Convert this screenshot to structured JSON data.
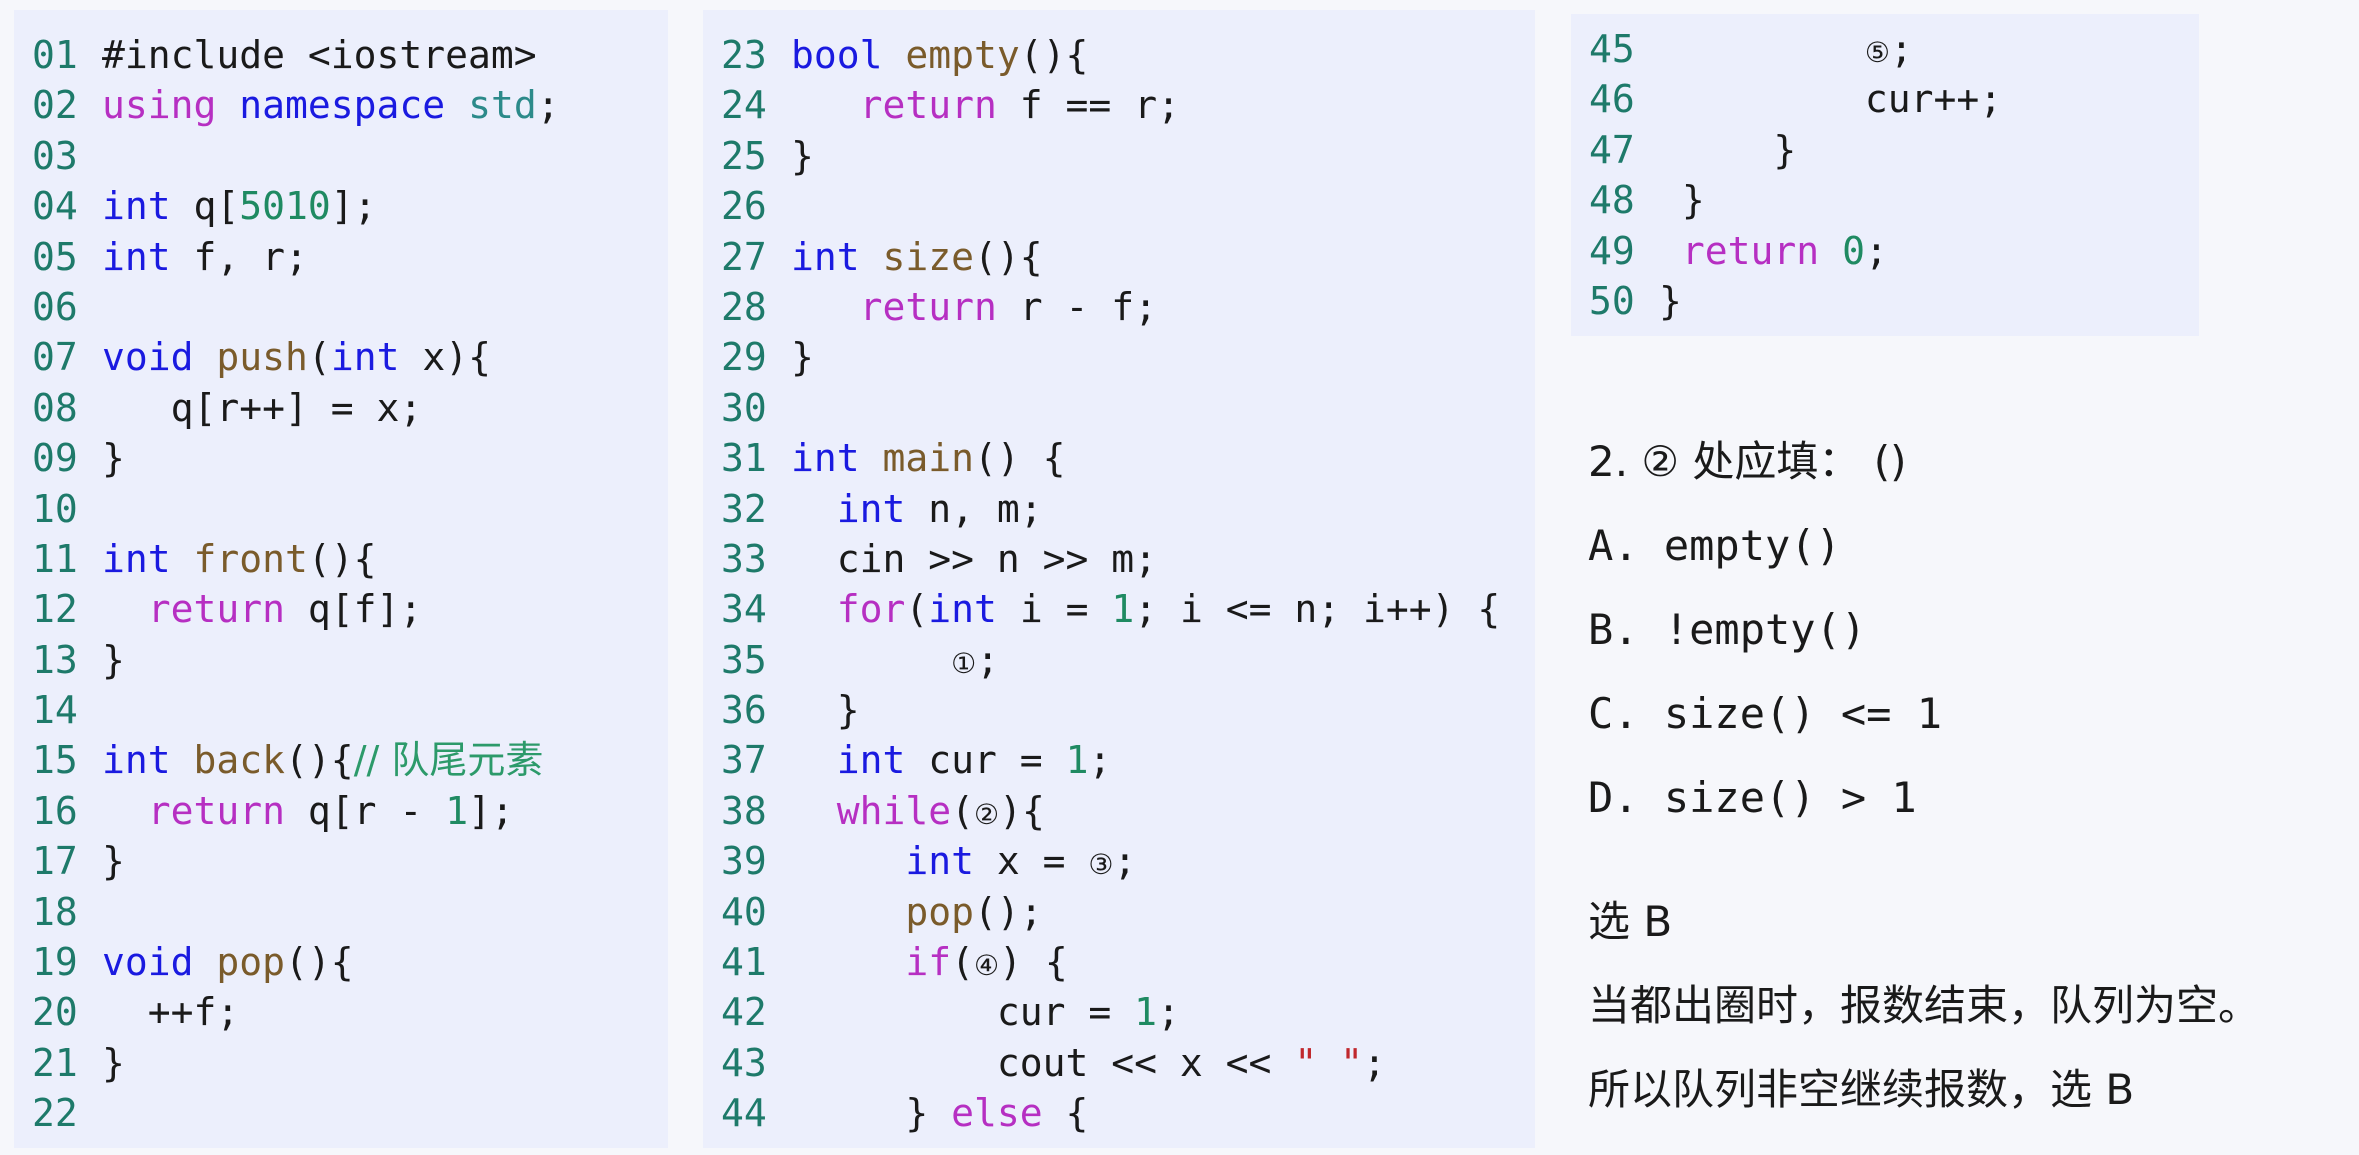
{
  "code_lines": [
    {
      "n": "01",
      "tokens": [
        {
          "t": "#include <iostream>",
          "c": ""
        }
      ]
    },
    {
      "n": "02",
      "tokens": [
        {
          "t": "using",
          "c": "kp"
        },
        {
          "t": " ",
          "c": ""
        },
        {
          "t": "namespace",
          "c": "kw"
        },
        {
          "t": " ",
          "c": ""
        },
        {
          "t": "std",
          "c": "ns"
        },
        {
          "t": ";",
          "c": ""
        }
      ]
    },
    {
      "n": "03",
      "tokens": []
    },
    {
      "n": "04",
      "tokens": [
        {
          "t": "int",
          "c": "kw"
        },
        {
          "t": " q[",
          "c": ""
        },
        {
          "t": "5010",
          "c": "num"
        },
        {
          "t": "];",
          "c": ""
        }
      ]
    },
    {
      "n": "05",
      "tokens": [
        {
          "t": "int",
          "c": "kw"
        },
        {
          "t": " f, r;",
          "c": ""
        }
      ]
    },
    {
      "n": "06",
      "tokens": []
    },
    {
      "n": "07",
      "tokens": [
        {
          "t": "void",
          "c": "kw"
        },
        {
          "t": " ",
          "c": ""
        },
        {
          "t": "push",
          "c": "fn"
        },
        {
          "t": "(",
          "c": ""
        },
        {
          "t": "int",
          "c": "kw"
        },
        {
          "t": " x){",
          "c": ""
        }
      ]
    },
    {
      "n": "08",
      "tokens": [
        {
          "t": "   q[r++] = x;",
          "c": ""
        }
      ]
    },
    {
      "n": "09",
      "tokens": [
        {
          "t": "}",
          "c": ""
        }
      ]
    },
    {
      "n": "10",
      "tokens": []
    },
    {
      "n": "11",
      "tokens": [
        {
          "t": "int",
          "c": "kw"
        },
        {
          "t": " ",
          "c": ""
        },
        {
          "t": "front",
          "c": "fn"
        },
        {
          "t": "(){",
          "c": ""
        }
      ]
    },
    {
      "n": "12",
      "tokens": [
        {
          "t": "  ",
          "c": ""
        },
        {
          "t": "return",
          "c": "kp"
        },
        {
          "t": " q[f];",
          "c": ""
        }
      ]
    },
    {
      "n": "13",
      "tokens": [
        {
          "t": "}",
          "c": ""
        }
      ]
    },
    {
      "n": "14",
      "tokens": []
    },
    {
      "n": "15",
      "tokens": [
        {
          "t": "int",
          "c": "kw"
        },
        {
          "t": " ",
          "c": ""
        },
        {
          "t": "back",
          "c": "fn"
        },
        {
          "t": "(){",
          "c": ""
        },
        {
          "t": "// 队尾元素",
          "c": "cmt"
        }
      ]
    },
    {
      "n": "16",
      "tokens": [
        {
          "t": "  ",
          "c": ""
        },
        {
          "t": "return",
          "c": "kp"
        },
        {
          "t": " q[r - ",
          "c": ""
        },
        {
          "t": "1",
          "c": "num"
        },
        {
          "t": "];",
          "c": ""
        }
      ]
    },
    {
      "n": "17",
      "tokens": [
        {
          "t": "}",
          "c": ""
        }
      ]
    },
    {
      "n": "18",
      "tokens": []
    },
    {
      "n": "19",
      "tokens": [
        {
          "t": "void",
          "c": "kw"
        },
        {
          "t": " ",
          "c": ""
        },
        {
          "t": "pop",
          "c": "fn"
        },
        {
          "t": "(){",
          "c": ""
        }
      ]
    },
    {
      "n": "20",
      "tokens": [
        {
          "t": "  ++f;",
          "c": ""
        }
      ]
    },
    {
      "n": "21",
      "tokens": [
        {
          "t": "}",
          "c": ""
        }
      ]
    },
    {
      "n": "22",
      "tokens": []
    },
    {
      "n": "23",
      "tokens": [
        {
          "t": "bool",
          "c": "kw"
        },
        {
          "t": " ",
          "c": ""
        },
        {
          "t": "empty",
          "c": "fn"
        },
        {
          "t": "(){",
          "c": ""
        }
      ]
    },
    {
      "n": "24",
      "tokens": [
        {
          "t": "   ",
          "c": ""
        },
        {
          "t": "return",
          "c": "kp"
        },
        {
          "t": " f == r;",
          "c": ""
        }
      ]
    },
    {
      "n": "25",
      "tokens": [
        {
          "t": "}",
          "c": ""
        }
      ]
    },
    {
      "n": "26",
      "tokens": []
    },
    {
      "n": "27",
      "tokens": [
        {
          "t": "int",
          "c": "kw"
        },
        {
          "t": " ",
          "c": ""
        },
        {
          "t": "size",
          "c": "fn"
        },
        {
          "t": "(){",
          "c": ""
        }
      ]
    },
    {
      "n": "28",
      "tokens": [
        {
          "t": "   ",
          "c": ""
        },
        {
          "t": "return",
          "c": "kp"
        },
        {
          "t": " r - f;",
          "c": ""
        }
      ]
    },
    {
      "n": "29",
      "tokens": [
        {
          "t": "}",
          "c": ""
        }
      ]
    },
    {
      "n": "30",
      "tokens": []
    },
    {
      "n": "31",
      "tokens": [
        {
          "t": "int",
          "c": "kw"
        },
        {
          "t": " ",
          "c": ""
        },
        {
          "t": "main",
          "c": "fn"
        },
        {
          "t": "() {",
          "c": ""
        }
      ]
    },
    {
      "n": "32",
      "tokens": [
        {
          "t": "  ",
          "c": ""
        },
        {
          "t": "int",
          "c": "kw"
        },
        {
          "t": " n, m;",
          "c": ""
        }
      ]
    },
    {
      "n": "33",
      "tokens": [
        {
          "t": "  cin >> n >> m;",
          "c": ""
        }
      ]
    },
    {
      "n": "34",
      "tokens": [
        {
          "t": "  ",
          "c": ""
        },
        {
          "t": "for",
          "c": "kp"
        },
        {
          "t": "(",
          "c": ""
        },
        {
          "t": "int",
          "c": "kw"
        },
        {
          "t": " i = ",
          "c": ""
        },
        {
          "t": "1",
          "c": "num"
        },
        {
          "t": "; i <= n; i++) {",
          "c": ""
        }
      ]
    },
    {
      "n": "35",
      "tokens": [
        {
          "t": "       ",
          "c": ""
        },
        {
          "t": "①",
          "c": "circ"
        },
        {
          "t": ";",
          "c": ""
        }
      ]
    },
    {
      "n": "36",
      "tokens": [
        {
          "t": "  }",
          "c": ""
        }
      ]
    },
    {
      "n": "37",
      "tokens": [
        {
          "t": "  ",
          "c": ""
        },
        {
          "t": "int",
          "c": "kw"
        },
        {
          "t": " cur = ",
          "c": ""
        },
        {
          "t": "1",
          "c": "num"
        },
        {
          "t": ";",
          "c": ""
        }
      ]
    },
    {
      "n": "38",
      "tokens": [
        {
          "t": "  ",
          "c": ""
        },
        {
          "t": "while",
          "c": "kp"
        },
        {
          "t": "(",
          "c": ""
        },
        {
          "t": "②",
          "c": "circ"
        },
        {
          "t": "){",
          "c": ""
        }
      ]
    },
    {
      "n": "39",
      "tokens": [
        {
          "t": "     ",
          "c": ""
        },
        {
          "t": "int",
          "c": "kw"
        },
        {
          "t": " x = ",
          "c": ""
        },
        {
          "t": "③",
          "c": "circ"
        },
        {
          "t": ";",
          "c": ""
        }
      ]
    },
    {
      "n": "40",
      "tokens": [
        {
          "t": "     ",
          "c": ""
        },
        {
          "t": "pop",
          "c": "fn"
        },
        {
          "t": "();",
          "c": ""
        }
      ]
    },
    {
      "n": "41",
      "tokens": [
        {
          "t": "     ",
          "c": ""
        },
        {
          "t": "if",
          "c": "kp"
        },
        {
          "t": "(",
          "c": ""
        },
        {
          "t": "④",
          "c": "circ"
        },
        {
          "t": ") {",
          "c": ""
        }
      ]
    },
    {
      "n": "42",
      "tokens": [
        {
          "t": "         cur = ",
          "c": ""
        },
        {
          "t": "1",
          "c": "num"
        },
        {
          "t": ";",
          "c": ""
        }
      ]
    },
    {
      "n": "43",
      "tokens": [
        {
          "t": "         cout << x << ",
          "c": ""
        },
        {
          "t": "\" \"",
          "c": "str"
        },
        {
          "t": ";",
          "c": ""
        }
      ]
    },
    {
      "n": "44",
      "tokens": [
        {
          "t": "     } ",
          "c": ""
        },
        {
          "t": "else",
          "c": "kp"
        },
        {
          "t": " {",
          "c": ""
        }
      ]
    },
    {
      "n": "45",
      "tokens": [
        {
          "t": "         ",
          "c": ""
        },
        {
          "t": "⑤",
          "c": "circ"
        },
        {
          "t": ";",
          "c": ""
        }
      ]
    },
    {
      "n": "46",
      "tokens": [
        {
          "t": "         cur++;",
          "c": ""
        }
      ]
    },
    {
      "n": "47",
      "tokens": [
        {
          "t": "     }",
          "c": ""
        }
      ]
    },
    {
      "n": "48",
      "tokens": [
        {
          "t": " }",
          "c": ""
        }
      ]
    },
    {
      "n": "49",
      "tokens": [
        {
          "t": " ",
          "c": ""
        },
        {
          "t": "return",
          "c": "kp"
        },
        {
          "t": " ",
          "c": ""
        },
        {
          "t": "0",
          "c": "num"
        },
        {
          "t": ";",
          "c": ""
        }
      ]
    },
    {
      "n": "50",
      "tokens": [
        {
          "t": "}",
          "c": ""
        }
      ]
    }
  ],
  "panels": [
    {
      "id": "panel-1",
      "from": 0,
      "to": 22
    },
    {
      "id": "panel-2",
      "from": 22,
      "to": 44
    },
    {
      "id": "panel-3",
      "from": 44,
      "to": 50
    }
  ],
  "question": {
    "title": "2. ② 处应填： ()",
    "options": [
      "A. empty()",
      "B. !empty()",
      "C. size() <= 1",
      "D. size() > 1"
    ]
  },
  "answer": {
    "choice": "选 B",
    "explanation_1": "当都出圈时，报数结束，队列为空。",
    "explanation_2": "所以队列非空继续报数，选 B"
  },
  "colors": {
    "keyword": "#1a1ae0",
    "control": "#b62fc2",
    "function": "#7a5b2b",
    "number": "#1f8a62",
    "line_number": "#1e7a6a",
    "panel_bg": "#eceffc"
  }
}
